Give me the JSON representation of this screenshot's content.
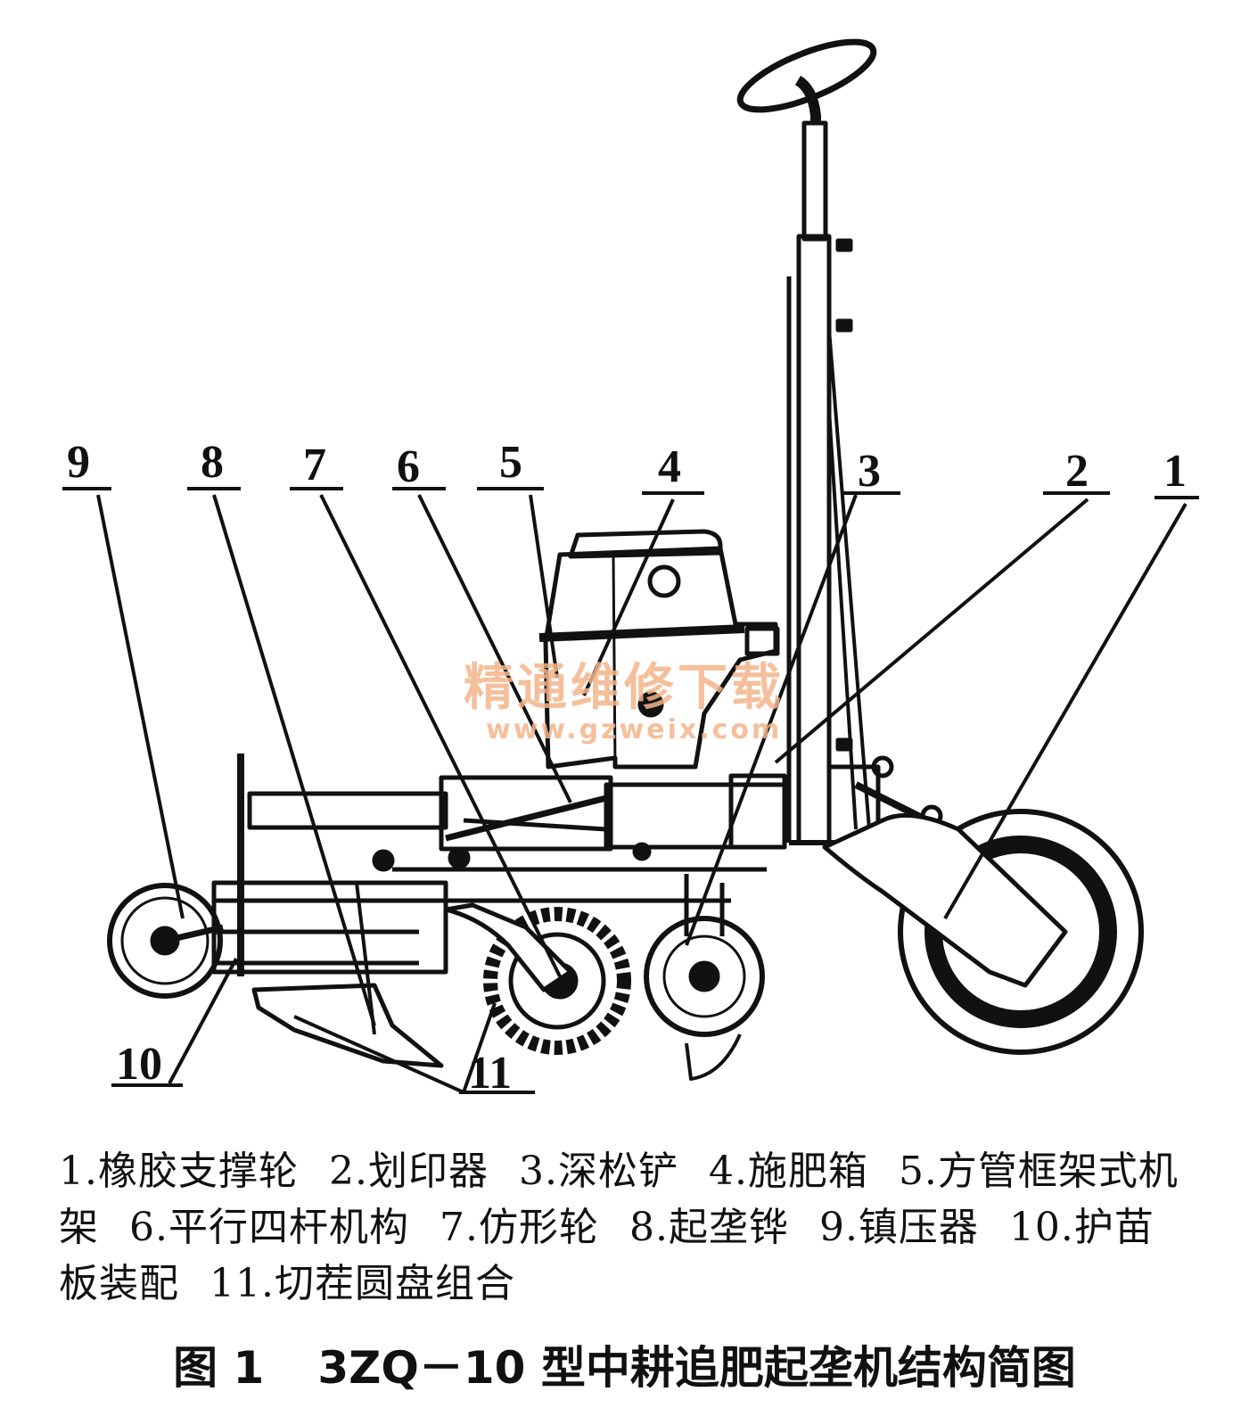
{
  "diagram": {
    "labels": [
      "1",
      "2",
      "3",
      "4",
      "5",
      "6",
      "7",
      "8",
      "9",
      "10",
      "11"
    ],
    "watermark": {
      "line1": "精通维修下载",
      "line2": "www.gzweix.com"
    }
  },
  "legend": {
    "items": [
      "1.橡胶支撑轮",
      "2.划印器",
      "3.深松铲",
      "4.施肥箱",
      "5.方管框架式机架",
      "6.平行四杆机构",
      "7.仿形轮",
      "8.起垄铧",
      "9.镇压器",
      "10.护苗板装配",
      "11.切茬圆盘组合"
    ]
  },
  "caption": {
    "figure_no": "图 1",
    "title": "3ZQ－10 型中耕追肥起垄机结构简图"
  }
}
